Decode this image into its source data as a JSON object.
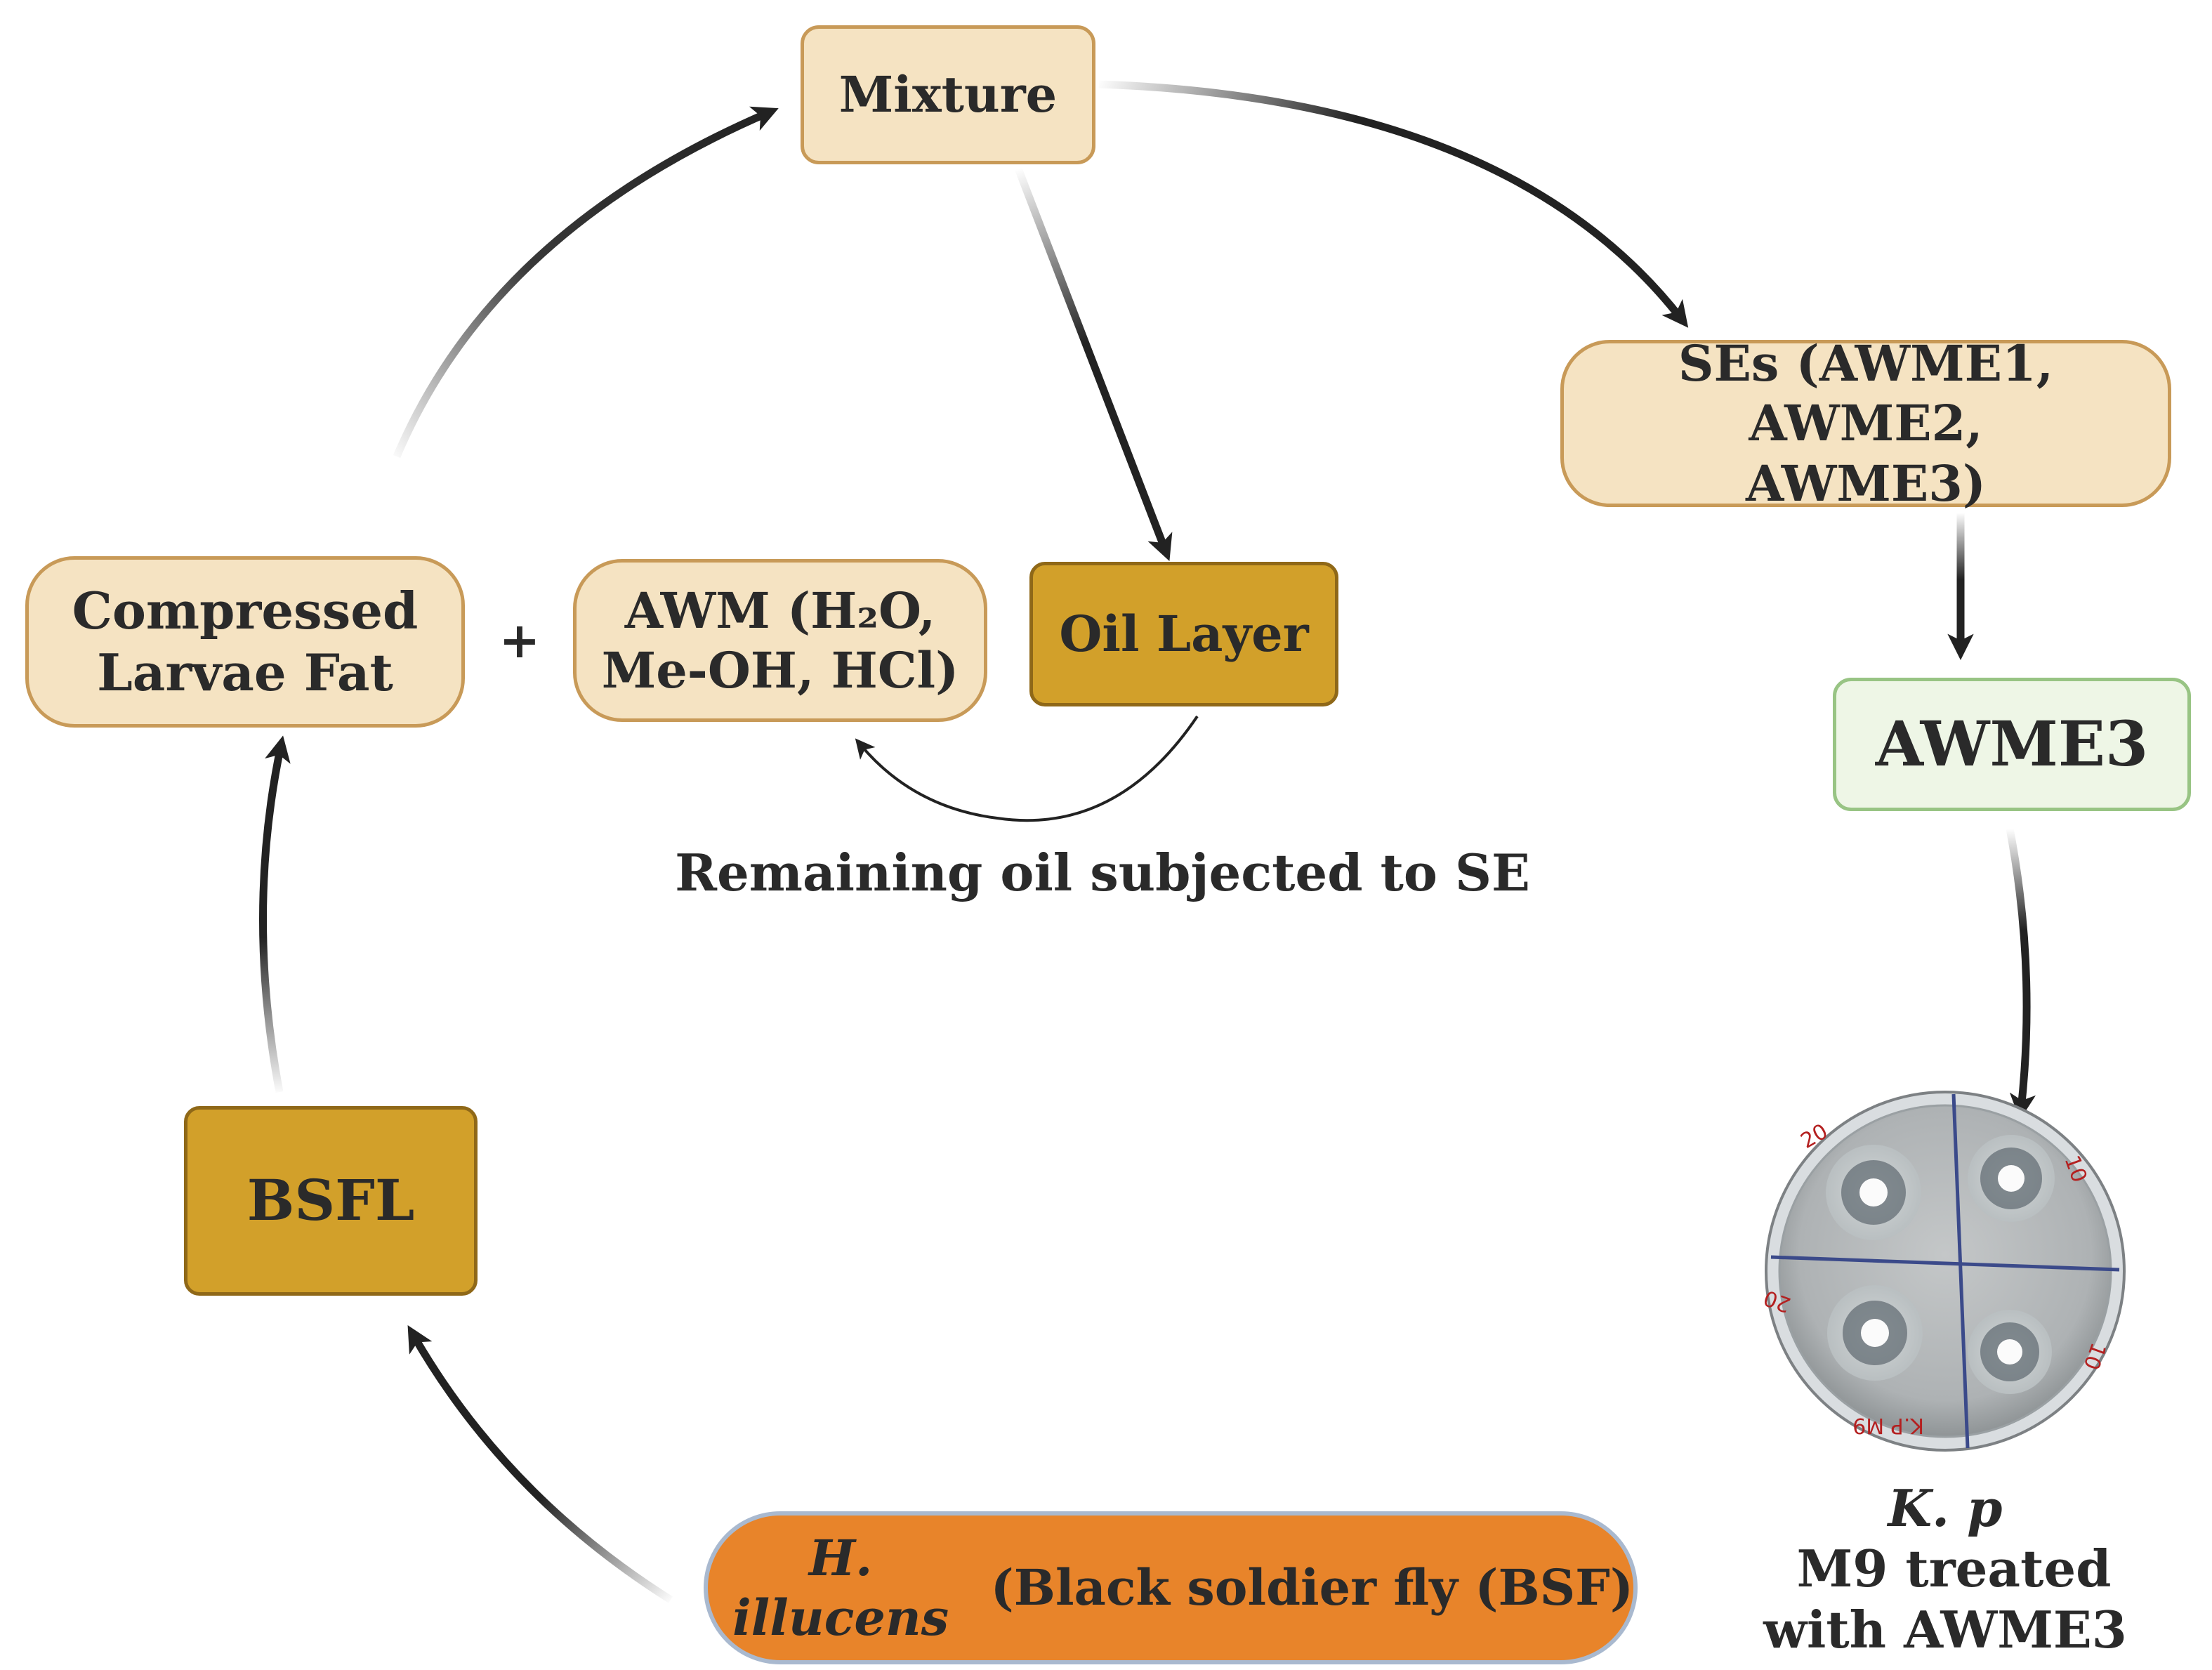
{
  "nodes": {
    "mixture": "Mixture",
    "ses": [
      "SEs (AWME1, AWME2,",
      "AWME3)"
    ],
    "awme3": "AWME3",
    "compressed": [
      "Compressed",
      "Larvae Fat"
    ],
    "plus": "+",
    "awm": [
      "AWM (H₂O,",
      "Me-OH, HCl)"
    ],
    "oil_layer": "Oil Layer",
    "bsfl": "BSFL",
    "source_italic": "H. illucens",
    "source_rest": " (Black soldier fly (BSF)"
  },
  "labels": {
    "remaining": "Remaining oil subjected to SE",
    "caption_italic": "K. p",
    "caption_rest": " M9 treated",
    "caption_line2": "with AWME3"
  },
  "plate": {
    "q_tl": "20",
    "q_tr": "10",
    "q_bl": "20",
    "q_br": "10",
    "bottom_label": "K.P M9"
  },
  "colors": {
    "beige_fill": "#f5e3c2",
    "gold_fill": "#d2a02a",
    "green_fill": "#eef6e6",
    "orange_fill": "#e8842a",
    "arrow": "#222222"
  }
}
